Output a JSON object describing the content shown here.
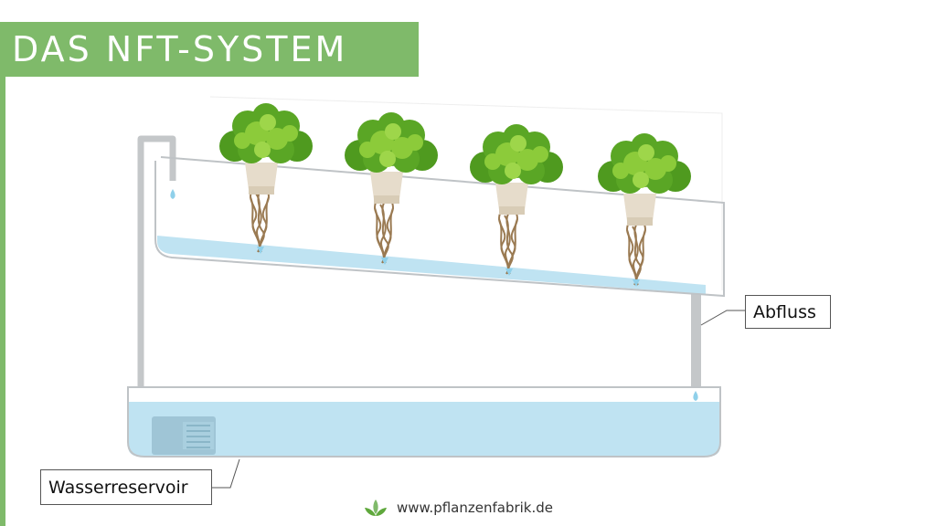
{
  "header": {
    "title": "DAS NFT-SYSTEM"
  },
  "labels": {
    "drain": "Abfluss",
    "reservoir": "Wasserreservoir"
  },
  "footer": {
    "website": "www.pflanzenfabrik.de"
  },
  "colors": {
    "accent_green": "#7fba6a",
    "water": "#bfe3f2",
    "pipe": "#c4c7c9",
    "outline": "#bfc3c6",
    "pump": "#9fc5d6",
    "lettuce_dark": "#4f9a1f",
    "lettuce_light": "#8ccb3a",
    "root": "#9a7a52"
  },
  "icons": {
    "footer_logo": "leaf-sprout-icon"
  }
}
